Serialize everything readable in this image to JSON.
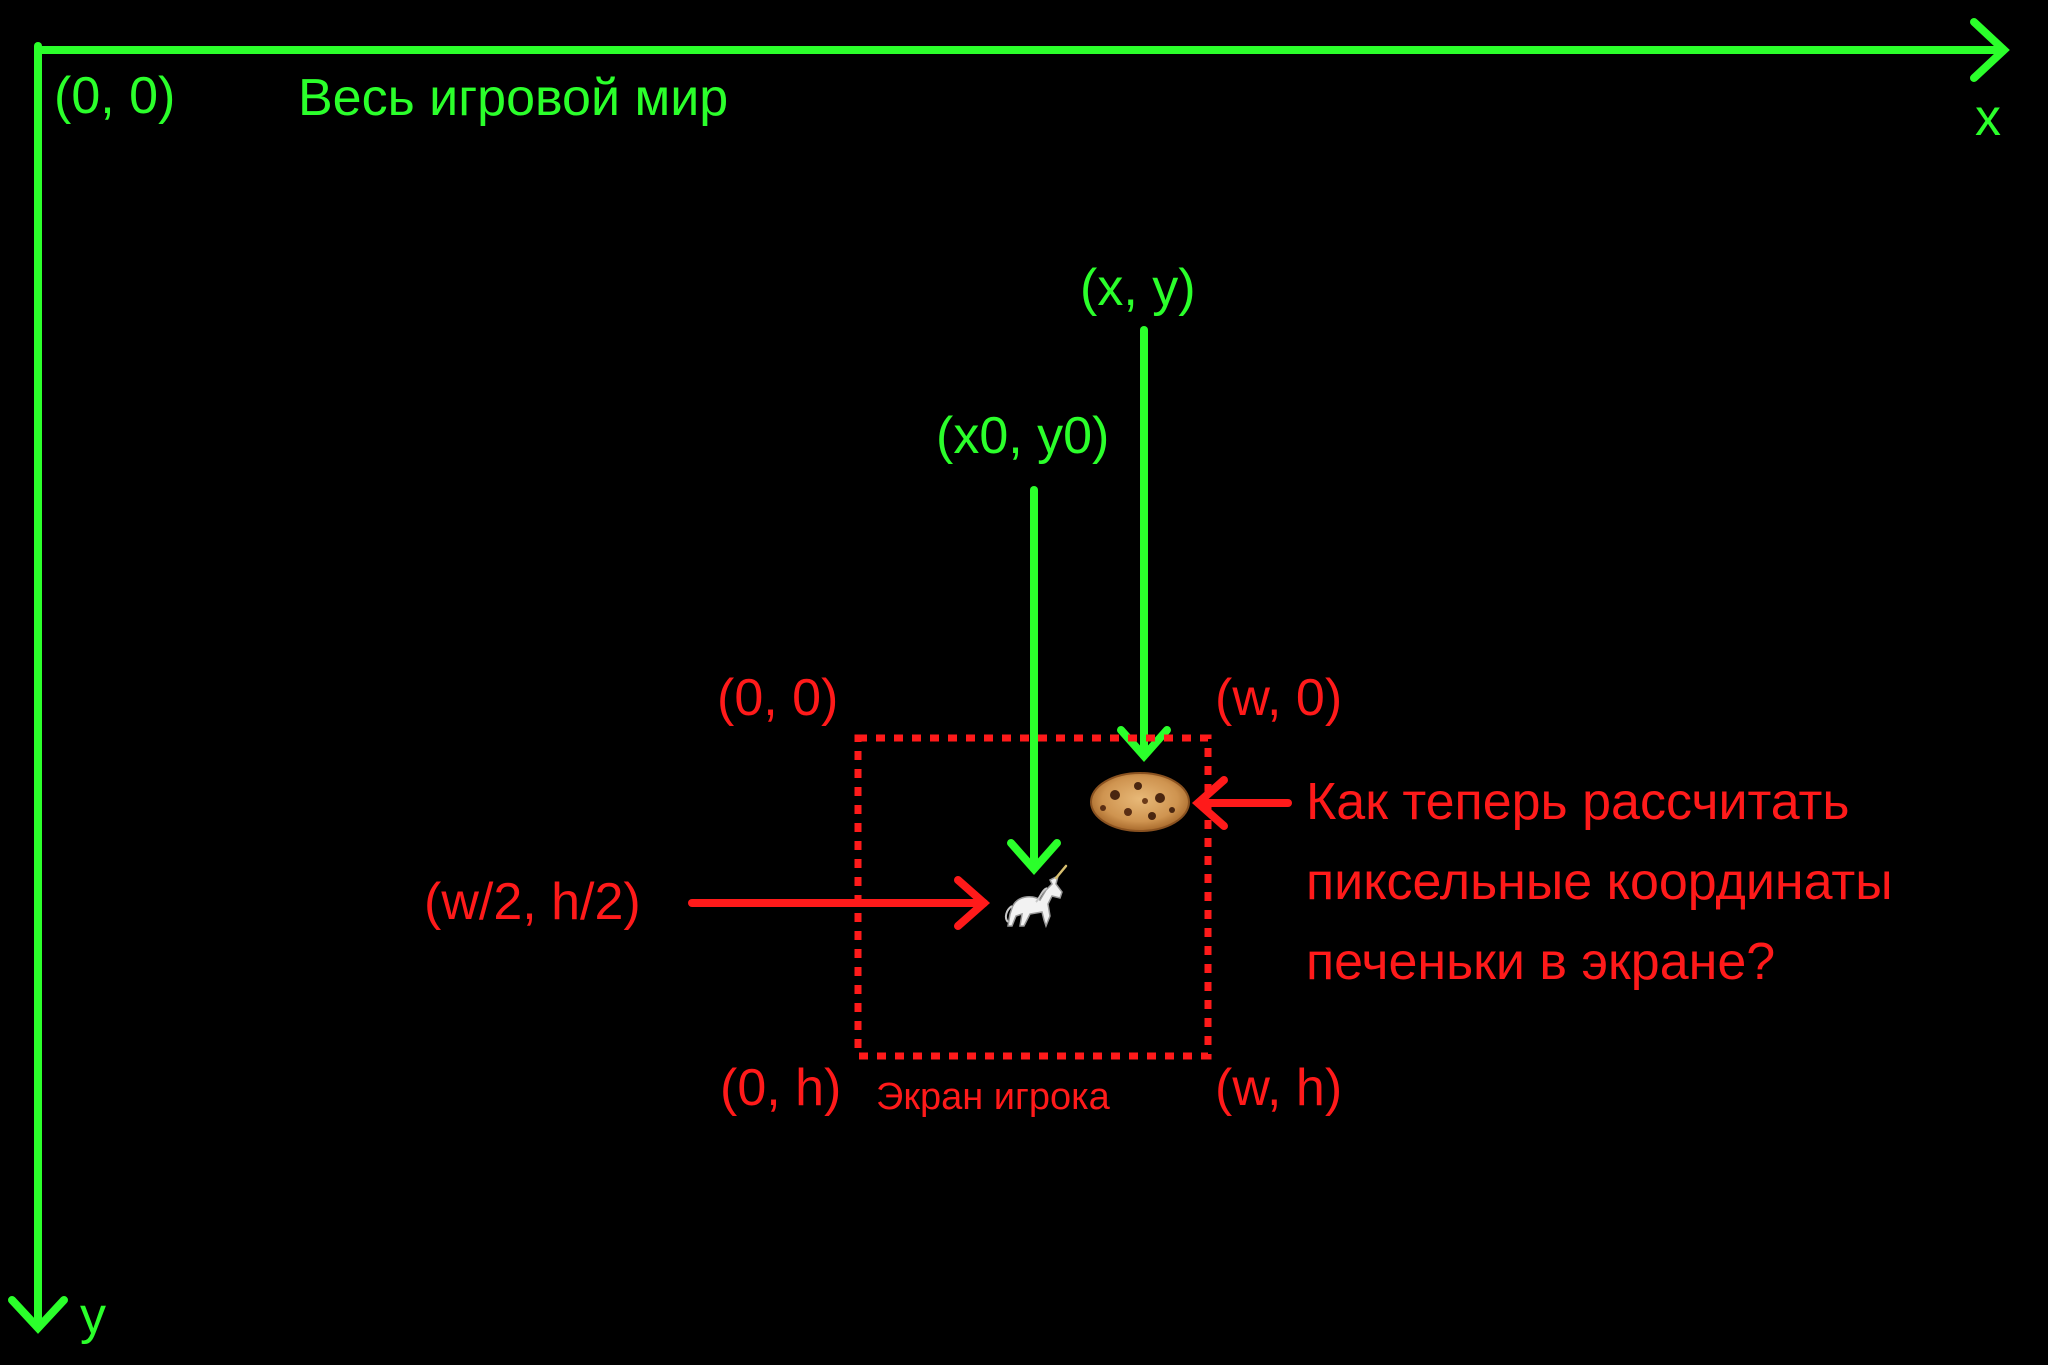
{
  "world": {
    "title": "Весь игровой мир",
    "origin_label": "(0, 0)",
    "x_axis_label": "x",
    "y_axis_label": "y"
  },
  "points": {
    "cookie_world": "(x, y)",
    "player_world": "(x0, y0)"
  },
  "screen": {
    "caption": "Экран игрока",
    "top_left": "(0, 0)",
    "top_right": "(w, 0)",
    "bottom_left": "(0, h)",
    "bottom_right": "(w, h)",
    "center": "(w/2, h/2)"
  },
  "question": {
    "line1": "Как теперь рассчитать",
    "line2": "пиксельные координаты",
    "line3": "печеньки в экране?"
  },
  "sprites": {
    "cookie": "cookie-icon",
    "unicorn": "unicorn-icon"
  },
  "colors": {
    "background": "#000000",
    "world": "#2bff2b",
    "screen": "#ff1a1a"
  }
}
